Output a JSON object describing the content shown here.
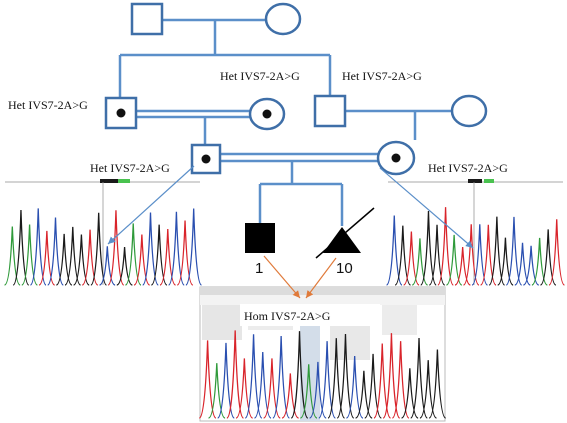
{
  "labels": {
    "gen2_left": "Het IVS7-2A>G",
    "gen2_mid": "Het IVS7-2A>G",
    "gen2_right": "Het IVS7-2A>G",
    "gen3_left": "Het IVS7-2A>G",
    "gen3_right": "Het IVS7-2A>G",
    "proband": "Hom IVS7-2A>G"
  },
  "counts": {
    "affected_male": "1",
    "deceased_affected": "10"
  },
  "colors": {
    "pedigree_line": "#5b8fc9",
    "symbol_outline": "#3f6fa8",
    "arrow_blue": "#5b8fc9",
    "arrow_orange": "#e07a3a",
    "chromatogram": [
      "#1a1a1a",
      "#d9242b",
      "#2f9a3a",
      "#2a4fb0"
    ]
  }
}
